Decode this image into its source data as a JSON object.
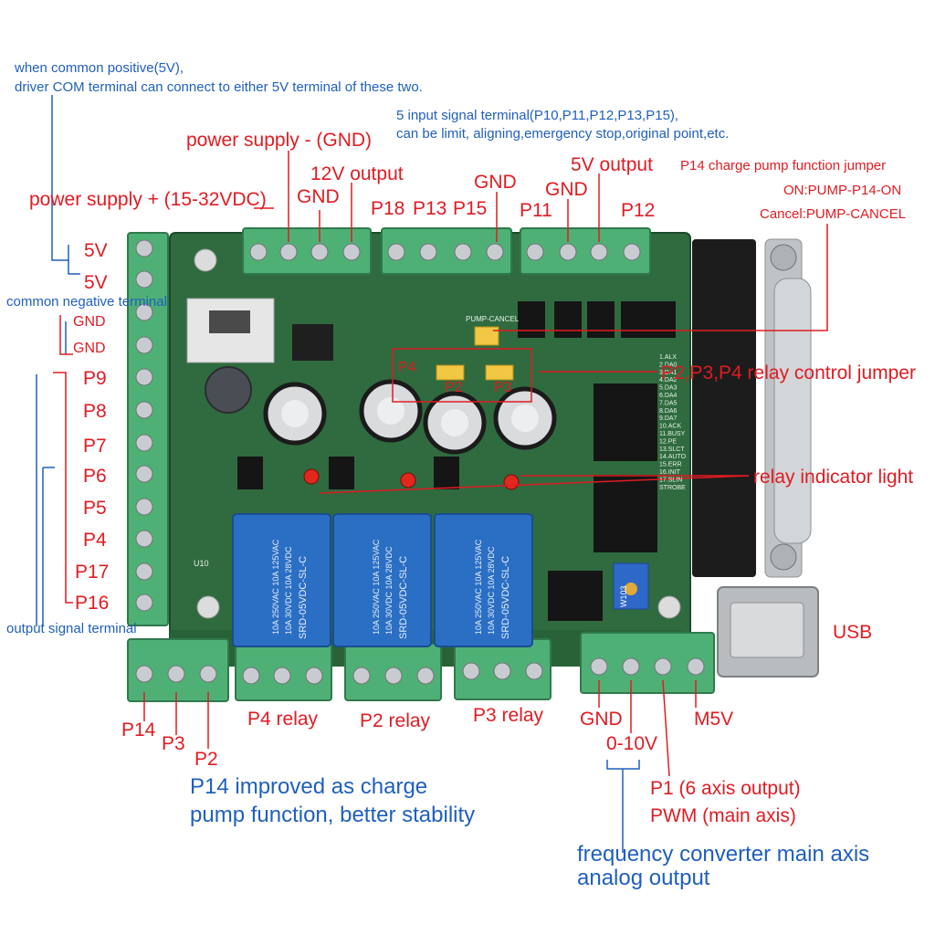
{
  "notes": {
    "common_positive": [
      "when common positive(5V),",
      "driver COM terminal can connect to either 5V terminal of these two."
    ],
    "input_terminals": [
      "5 input signal terminal(P10,P11,P12,P13,P15),",
      "can be limit, aligning,emergency stop,original point,etc."
    ],
    "charge_pump_jumper": [
      "P14 charge pump function jumper",
      "ON:PUMP-P14-ON",
      "Cancel:PUMP-CANCEL"
    ],
    "common_negative": "common negative terminal",
    "output_terminal": "output signal terminal",
    "p14_improved": [
      "P14 improved as charge",
      "pump function, better stability"
    ],
    "freq_converter": [
      "frequency converter main axis",
      "analog output"
    ],
    "p1_output": [
      "P1 (6 axis output)",
      "PWM (main axis)"
    ]
  },
  "top_labels": {
    "power_minus": "power supply - (GND)",
    "power_plus": "power supply + (15-32VDC)",
    "v12_output": "12V output",
    "gnd_a": "GND",
    "gnd_b": "GND",
    "gnd_c": "GND",
    "v5_output": "5V output",
    "p18": "P18",
    "p13": "P13",
    "p15": "P15",
    "p11": "P11",
    "p12": "P12"
  },
  "left_labels": [
    "5V",
    "5V",
    "GND",
    "GND",
    "P9",
    "P8",
    "P7",
    "P6",
    "P5",
    "P4",
    "P17",
    "P16"
  ],
  "bottom_labels": {
    "p14": "P14",
    "p3": "P3",
    "p2": "P2",
    "p4_relay": "P4 relay",
    "p2_relay": "P2 relay",
    "p3_relay": "P3 relay",
    "gnd": "GND",
    "v0_10": "0-10V",
    "m5v": "M5V"
  },
  "right_labels": {
    "relay_jumper": "P2,P3,P4 relay control jumper",
    "indicator": "relay indicator light",
    "usb": "USB"
  },
  "board_marks": {
    "jumper_p4": "P4",
    "jumper_p2": "P2",
    "jumper_p3": "P3",
    "relay_text_a": "SRD-05VDC-SL-C",
    "relay_text_b": "10A 250VAC 10A 125VAC",
    "relay_text_c": "10A 30VDC 10A 28VDC",
    "pot_text": "W103",
    "u10": "U10",
    "pump_cancel": "PUMP-CANCEL",
    "db25_pins": [
      "1.ALX",
      "2.DA0",
      "3.DA1",
      "4.DA2",
      "5.DA3",
      "6.DA4",
      "7.DA5",
      "8.DA6",
      "9.DA7",
      "10.ACK",
      "11.BUSY",
      "12.PE",
      "13.SLCT",
      "14.AUTO",
      "15.ERR",
      "16.INIT",
      "17.SLIN",
      "STROBE"
    ]
  },
  "colors": {
    "red_text": "#e11b22",
    "blue_text": "#1f5fbf",
    "pcb": "#2f6b3f",
    "terminal": "#4fb076",
    "relay": "#2b6fc4"
  }
}
